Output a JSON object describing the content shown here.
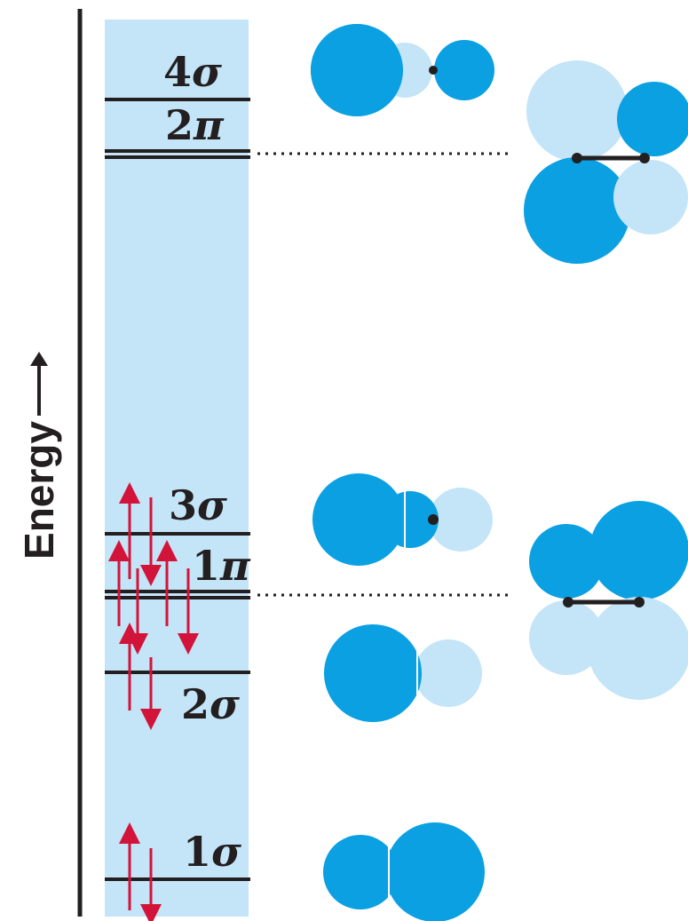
{
  "axis": {
    "label": "Energy"
  },
  "levels": [
    {
      "number": "4",
      "symbol": "σ"
    },
    {
      "number": "2",
      "symbol": "π"
    },
    {
      "number": "3",
      "symbol": "σ"
    },
    {
      "number": "1",
      "symbol": "π"
    },
    {
      "number": "2",
      "symbol": "σ"
    },
    {
      "number": "1",
      "symbol": "σ"
    }
  ],
  "colors": {
    "band": "#c4e4f7",
    "lobe_dark": "#0aa0e2",
    "lobe_light": "#c4e4f7",
    "line": "#231f20",
    "electron_arrow": "#d2143a"
  }
}
